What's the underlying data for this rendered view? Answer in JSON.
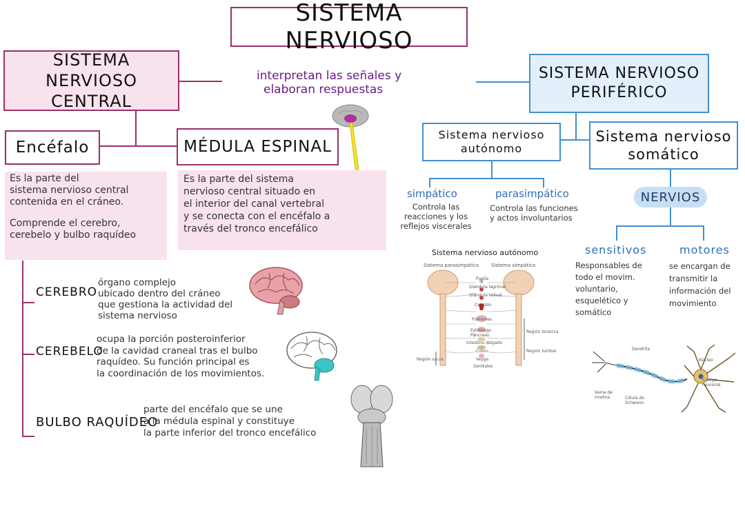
{
  "title": "SISTEMA NERVIOSO",
  "central": {
    "title_line1": "SISTEMA NERVIOSO",
    "title_line2": "CENTRAL",
    "connector_note_line1": "interpretan las señales y",
    "connector_note_line2": "elaboran respuestas",
    "encefalo": {
      "label": "Encéfalo",
      "desc_lines": [
        "Es la parte del",
        "sistema nervioso central",
        "contenida en el cráneo."
      ],
      "desc2_lines": [
        "Comprende el cerebro,",
        "cerebelo y bulbo raquídeo"
      ]
    },
    "medula": {
      "label": "MÉDULA ESPINAL",
      "desc_lines": [
        "Es la parte del sistema",
        "nervioso central situado en",
        "el interior del canal vertebral",
        "y se conecta con el encéfalo a",
        "través del tronco encefálico"
      ]
    },
    "parts": [
      {
        "label": "CEREBRO",
        "desc_lines": [
          "órgano complejo",
          "ubicado dentro del cráneo",
          "que gestiona la actividad del",
          "sistema nervioso"
        ]
      },
      {
        "label": "CEREBELO",
        "desc_lines": [
          "ocupa la porción posteroinferior",
          "de la cavidad craneal tras el bulbo",
          "raquídeo. Su función principal es",
          "la coordinación de los movimientos."
        ]
      },
      {
        "label": "BULBO RAQUÍDEO",
        "desc_lines": [
          "parte del encéfalo que se une",
          "a la médula espinal y constituye",
          "la parte inferior del tronco encefálico"
        ]
      }
    ]
  },
  "peripheral": {
    "title_line1": "SISTEMA NERVIOSO",
    "title_line2": "PERIFÉRICO",
    "autonomo": {
      "label_line1": "Sistema nervioso",
      "label_line2": "autónomo",
      "simpatico": {
        "label": "simpático",
        "desc_lines": [
          "Controla las",
          "reacciones y los",
          "reflejos viscerales"
        ]
      },
      "parasimpatico": {
        "label": "parasimpático",
        "desc_lines": [
          "Controla las funciones",
          "y actos involuntarios"
        ]
      },
      "figure": {
        "title": "Sistema nervioso autónomo",
        "left_label": "Sistema parasimpático",
        "right_label": "Sistema simpático",
        "organs": [
          "Pupila",
          "Glándula lagrimal",
          "Glándula salival",
          "Corazón",
          "Pulmones",
          "Estómago Páncreas",
          "Intestino delgado",
          "Colon",
          "Vejiga",
          "Genitales"
        ],
        "region_toracica": "Región torácica",
        "region_lumbar": "Región lumbar",
        "region_sacra": "Región sacra"
      }
    },
    "somatico": {
      "label_line1": "Sistema nervioso",
      "label_line2": "somático",
      "nervios_label": "NERVIOS",
      "sensitivos": {
        "label": "sensitivos",
        "desc_lines": [
          "Responsables de",
          "todo el movim.",
          "voluntario,",
          "esquelético y",
          "somático"
        ]
      },
      "motores": {
        "label": "motores",
        "desc_lines": [
          "se encargan de",
          "transmitir la",
          "información del",
          "movimiento"
        ]
      },
      "neuron_labels": {
        "dendrita": "Dendrita",
        "nucleo": "Núcleo",
        "cuerpo": "Cuerpo neuronal",
        "vaina": "Vaina de mielina",
        "celula": "Célula de Schwann"
      }
    }
  },
  "colors": {
    "purple": "#9b2f6a",
    "pink": "#f8e2ee",
    "blue": "#3f8fd0",
    "lightblue": "#e3f0fb"
  }
}
